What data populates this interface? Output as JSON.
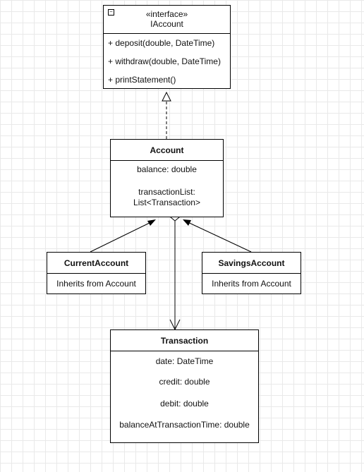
{
  "interface": {
    "stereotype": "«interface»",
    "name": "IAccount",
    "methods": [
      "+ deposit(double, DateTime)",
      "+ withdraw(double, DateTime)",
      "+ printStatement()"
    ]
  },
  "account": {
    "name": "Account",
    "attr1": "balance: double",
    "attr2a": "transactionList:",
    "attr2b": "List<Transaction>"
  },
  "current_account": {
    "name": "CurrentAccount",
    "note": "Inherits from Account"
  },
  "savings_account": {
    "name": "SavingsAccount",
    "note": "Inherits from Account"
  },
  "transaction": {
    "name": "Transaction",
    "fields": [
      "date: DateTime",
      "credit: double",
      "debit: double",
      "balanceAtTransactionTime: double"
    ]
  }
}
